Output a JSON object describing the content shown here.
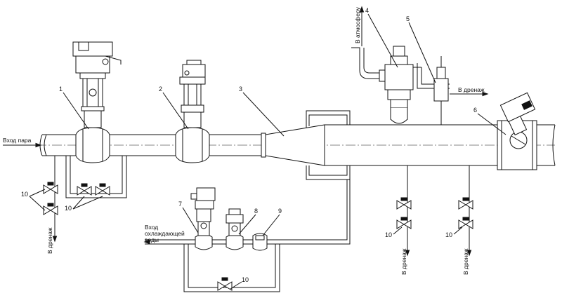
{
  "labels": {
    "steam_inlet": "Вход пара",
    "to_atmosphere": "В атмосферу",
    "to_drains_right": "В дренаж",
    "to_drains_left": "В дренаж",
    "to_drains_mid": "В дренаж",
    "to_drains_far": "В дренаж",
    "cooling_water_line1": "Вход",
    "cooling_water_line2": "охлаждающей",
    "cooling_water_line3": "воды"
  },
  "callouts": {
    "n1": "1",
    "n2": "2",
    "n3": "3",
    "n4": "4",
    "n5": "5",
    "n6": "6",
    "n7": "7",
    "n8": "8",
    "n9": "9",
    "n10a": "10",
    "n10b": "10",
    "n10c": "10",
    "n10d": "10",
    "n10e": "10"
  }
}
